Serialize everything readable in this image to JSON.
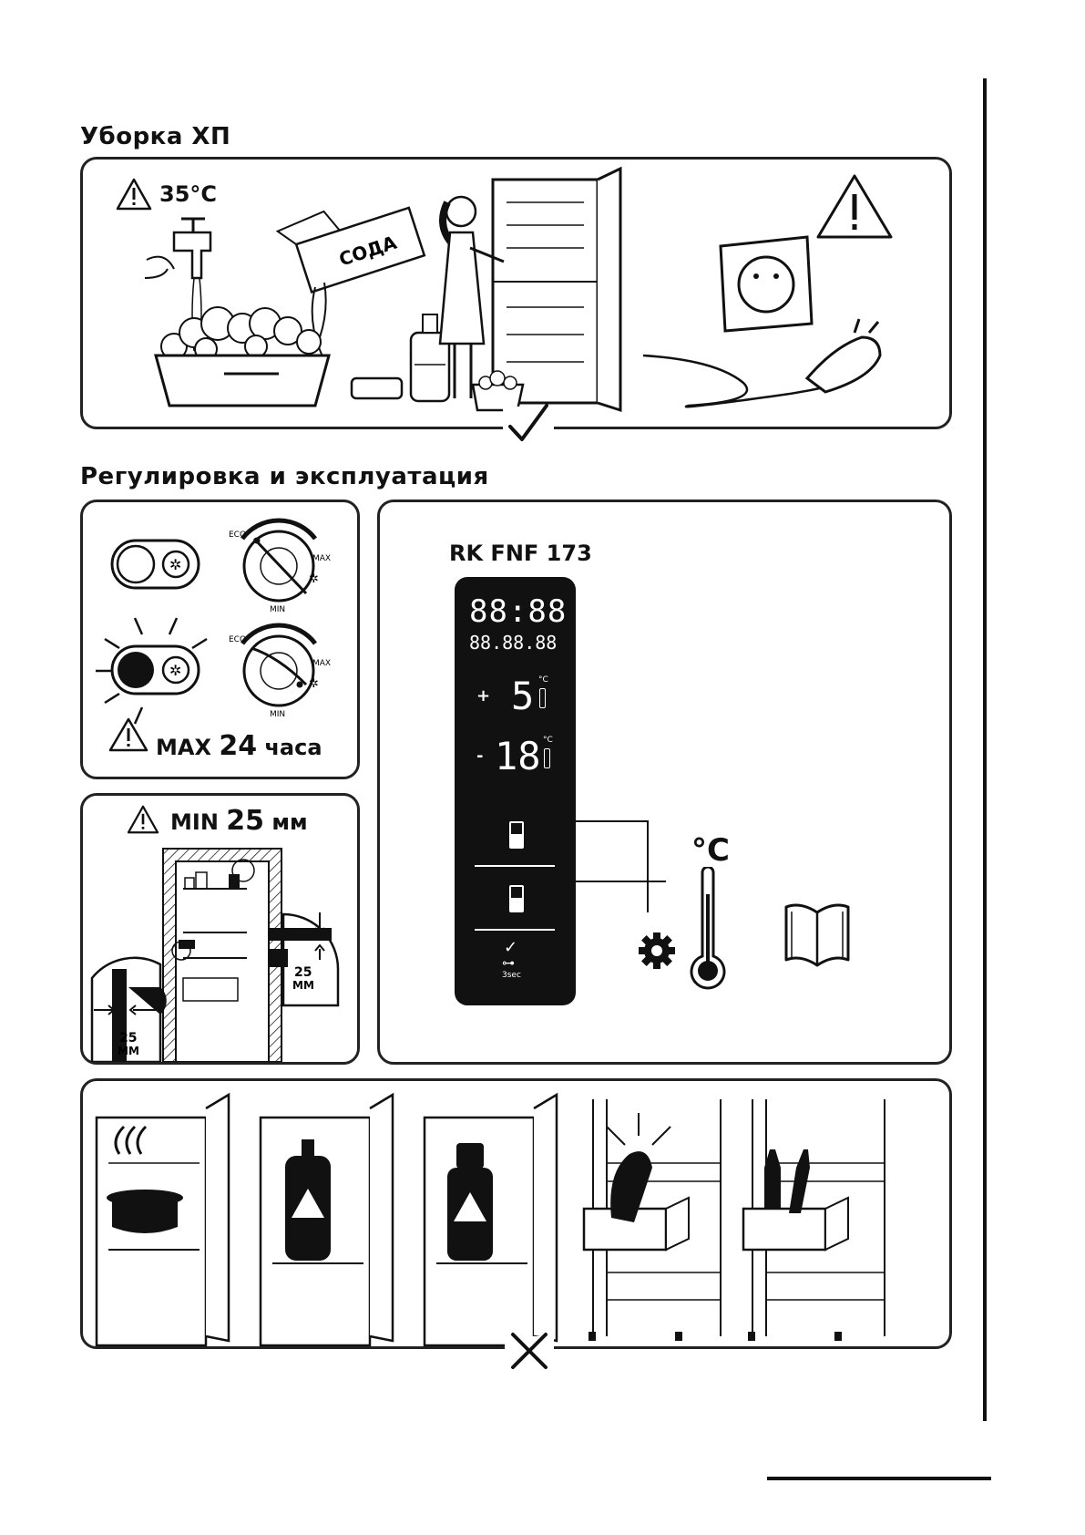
{
  "section_cleaning": {
    "title": "Уборка ХП",
    "temp_warning": "35",
    "temp_unit": "°C",
    "box_label": "СОДА"
  },
  "section_operation": {
    "title": "Регулировка и эксплуатация",
    "dial_labels": {
      "eco": "ECO",
      "max": "MAX",
      "min": "MIN"
    },
    "max_warning": {
      "prefix": "MAX",
      "value": "24",
      "unit": "часа"
    },
    "min_warning": {
      "prefix": "MIN",
      "value": "25",
      "unit": "мм"
    },
    "gap_label_1": "25",
    "gap_unit_1": "ММ",
    "gap_label_2": "25",
    "gap_unit_2": "ММ"
  },
  "control_panel": {
    "model": "RK FNF 173",
    "time_display": "88:88",
    "date_display": "88.88.88",
    "fridge_sign": "+",
    "fridge_temp": "5",
    "freezer_sign": "-",
    "freezer_temp": "18",
    "temp_unit": "°C",
    "lock_hint": "3sec",
    "thermo_unit": "°C"
  },
  "icons": [
    "warning-icon",
    "socket-icon",
    "plug-icon",
    "gear-icon",
    "thermometer-icon",
    "book-icon",
    "check-icon",
    "cross-icon"
  ]
}
